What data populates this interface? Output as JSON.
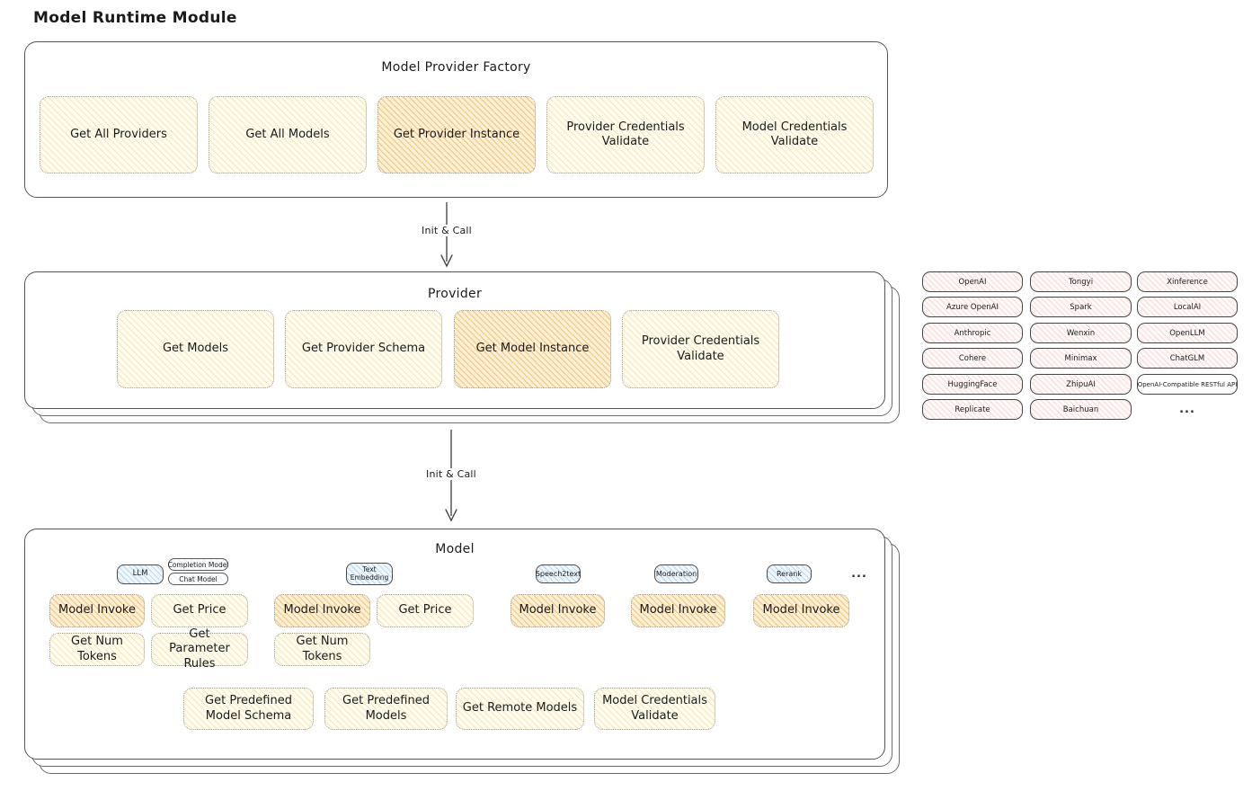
{
  "title": "Model Runtime Module",
  "arrows": [
    {
      "label": "Init & Call"
    },
    {
      "label": "Init & Call"
    }
  ],
  "factory": {
    "title": "Model Provider Factory",
    "functions": [
      {
        "label": "Get All Providers",
        "highlighted": false
      },
      {
        "label": "Get All Models",
        "highlighted": false
      },
      {
        "label": "Get Provider Instance",
        "highlighted": true
      },
      {
        "label": "Provider Credentials Validate",
        "highlighted": false
      },
      {
        "label": "Model Credentials Validate",
        "highlighted": false
      }
    ]
  },
  "provider": {
    "title": "Provider",
    "functions": [
      {
        "label": "Get Models",
        "highlighted": false
      },
      {
        "label": "Get Provider Schema",
        "highlighted": false
      },
      {
        "label": "Get Model Instance",
        "highlighted": true
      },
      {
        "label": "Provider Credentials Validate",
        "highlighted": false
      }
    ]
  },
  "providers_panel": {
    "items": [
      "OpenAI",
      "Azure OpenAI",
      "Anthropic",
      "Cohere",
      "HuggingFace",
      "Replicate",
      "Tongyi",
      "Spark",
      "Wenxin",
      "Minimax",
      "ZhipuAI",
      "Baichuan",
      "Xinference",
      "LocalAI",
      "OpenLLM",
      "ChatGLM",
      "OpenAI-Compatible RESTful API"
    ],
    "more_label": "..."
  },
  "model": {
    "title": "Model",
    "tabs": [
      {
        "label": "LLM"
      },
      {
        "label": "Text Embedding"
      },
      {
        "label": "Speech2text"
      },
      {
        "label": "Moderation"
      },
      {
        "label": "Rerank"
      }
    ],
    "subtabs": [
      {
        "label": "Completion Model"
      },
      {
        "label": "Chat Model"
      }
    ],
    "more_label": "...",
    "functions": [
      {
        "label": "Model Invoke",
        "highlighted": true
      },
      {
        "label": "Get Price",
        "highlighted": false
      },
      {
        "label": "Model Invoke",
        "highlighted": true
      },
      {
        "label": "Get Price",
        "highlighted": false
      },
      {
        "label": "Model Invoke",
        "highlighted": true
      },
      {
        "label": "Model Invoke",
        "highlighted": true
      },
      {
        "label": "Model Invoke",
        "highlighted": true
      },
      {
        "label": "Get Num Tokens",
        "highlighted": false
      },
      {
        "label": "Get Parameter Rules",
        "highlighted": false
      },
      {
        "label": "Get Num Tokens",
        "highlighted": false
      }
    ],
    "bottom_functions": [
      {
        "label": "Get Predefined Model Schema"
      },
      {
        "label": "Get Predefined Models"
      },
      {
        "label": "Get Remote Models"
      },
      {
        "label": "Model Credentials Validate"
      }
    ]
  },
  "colors": {
    "highlight_orange": "#f5c26b",
    "cream_yellow": "#fdf6dd",
    "provider_pink": "#fbe7e5",
    "tab_blue": "#d9ebf8",
    "stroke": "#565656"
  }
}
